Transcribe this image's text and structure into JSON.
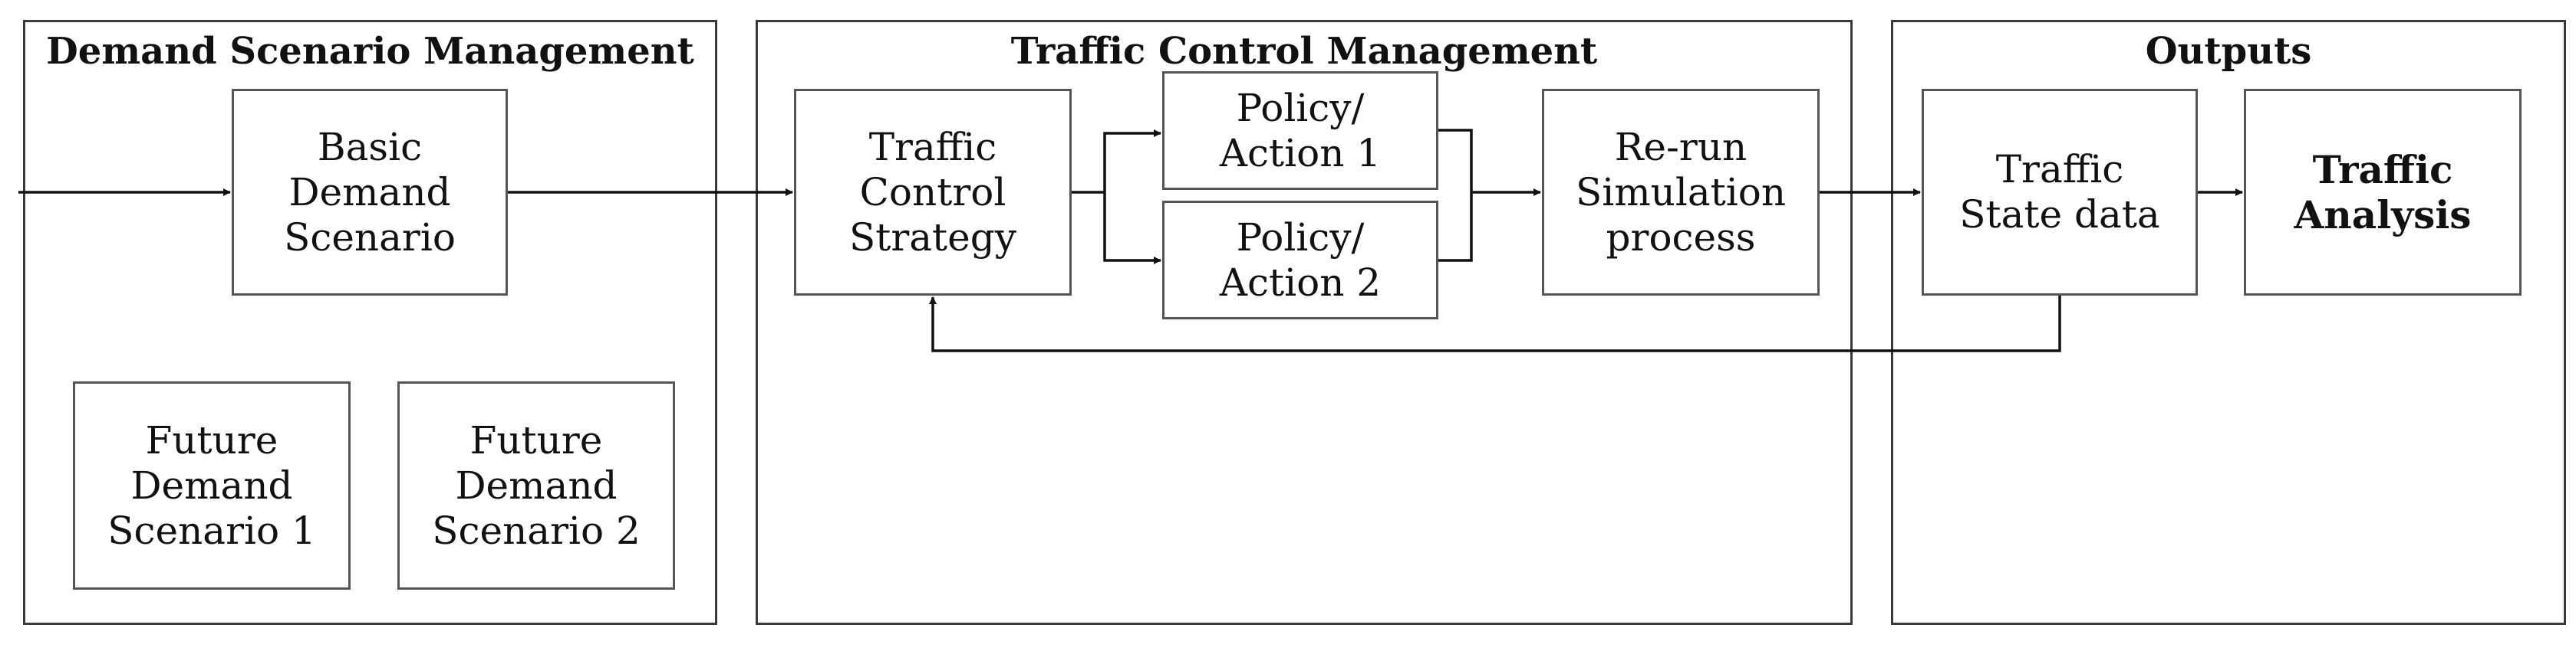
{
  "panels": {
    "demand": {
      "title": "Demand Scenario Management"
    },
    "traffic": {
      "title": "Traffic Control Management"
    },
    "outputs": {
      "title": "Outputs"
    }
  },
  "nodes": {
    "basic_demand": [
      "Basic",
      "Demand",
      "Scenario"
    ],
    "future_demand_1": [
      "Future",
      "Demand",
      "Scenario 1"
    ],
    "future_demand_2": [
      "Future",
      "Demand",
      "Scenario 2"
    ],
    "traffic_control_strategy": [
      "Traffic",
      "Control",
      "Strategy"
    ],
    "policy_action_1": [
      "Policy/",
      "Action 1"
    ],
    "policy_action_2": [
      "Policy/",
      "Action 2"
    ],
    "rerun_simulation": [
      "Re-run",
      "Simulation",
      "process"
    ],
    "traffic_state_data": [
      "Traffic",
      "State data"
    ],
    "traffic_analysis": [
      "Traffic",
      "Analysis"
    ]
  },
  "edges": [
    {
      "from": "input",
      "to": "basic_demand"
    },
    {
      "from": "basic_demand",
      "to": "traffic_control_strategy"
    },
    {
      "from": "traffic_control_strategy",
      "to": "policy_action_1"
    },
    {
      "from": "traffic_control_strategy",
      "to": "policy_action_2"
    },
    {
      "from": "policy_action_1",
      "to": "rerun_simulation"
    },
    {
      "from": "policy_action_2",
      "to": "rerun_simulation"
    },
    {
      "from": "rerun_simulation",
      "to": "traffic_state_data"
    },
    {
      "from": "traffic_state_data",
      "to": "traffic_analysis"
    },
    {
      "from": "traffic_state_data",
      "to": "traffic_control_strategy",
      "kind": "feedback"
    }
  ]
}
